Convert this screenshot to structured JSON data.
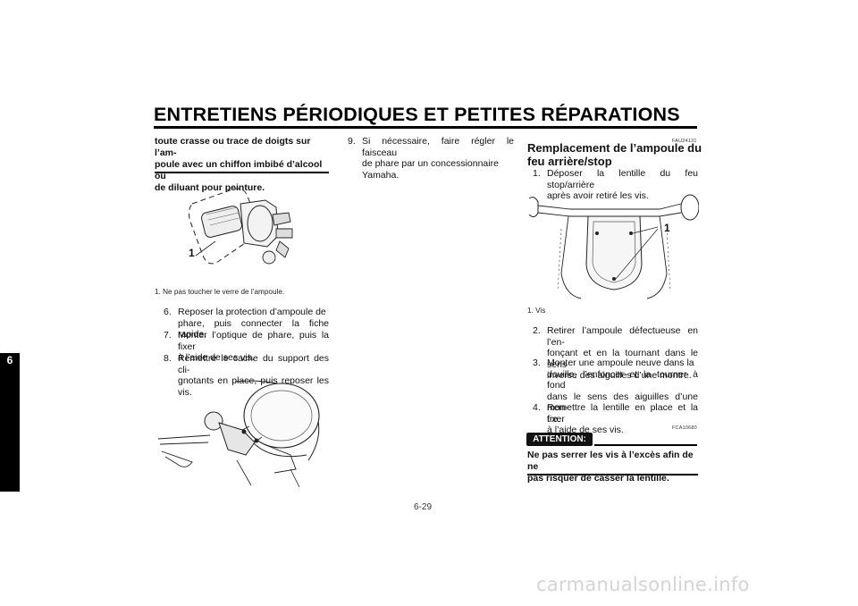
{
  "header": {
    "title": "ENTRETIENS PÉRIODIQUES ET PETITES RÉPARATIONS"
  },
  "chapter_tab": "6",
  "left_column": {
    "warning_text": [
      "toute crasse ou trace de doigts sur l’am-",
      "poule avec un chiffon imbibé d’alcool ou",
      "de diluant pour peinture."
    ],
    "figure1_label": "1",
    "figure1_caption": "1.  Ne pas toucher le verre de l’ampoule.",
    "steps": [
      {
        "num": "6.",
        "lines": [
          "Reposer la protection d’ampoule de",
          "phare, puis connecter la fiche rapide."
        ]
      },
      {
        "num": "7.",
        "lines": [
          "Monter l’optique de phare, puis la fixer",
          "à l’aide de ses vis."
        ]
      },
      {
        "num": "8.",
        "lines": [
          "Remettre le cache du support des cli-",
          "gnotants en place, puis reposer les vis."
        ]
      }
    ]
  },
  "middle_column": {
    "steps": [
      {
        "num": "9.",
        "lines": [
          "Si nécessaire, faire régler le faisceau",
          "de phare par un concessionnaire",
          "Yamaha."
        ]
      }
    ]
  },
  "right_column": {
    "section_code": "FAU24131",
    "section_title": [
      "Remplacement de l’ampoule du",
      "feu arrière/stop"
    ],
    "step1": {
      "num": "1.",
      "lines": [
        "Déposer la lentille du feu stop/arrière",
        "après avoir retiré les vis."
      ]
    },
    "figure2_label": "1",
    "figure2_caption": "1.  Vis",
    "steps": [
      {
        "num": "2.",
        "lines": [
          "Retirer l’ampoule défectueuse en l’en-",
          "fonçant et en la tournant dans le sens",
          "inverse des aiguilles d’une montre."
        ]
      },
      {
        "num": "3.",
        "lines": [
          "Monter une ampoule neuve dans la",
          "douille, l’enfoncer et la tourner à fond",
          "dans le sens des aiguilles d’une mon-",
          "tre."
        ]
      },
      {
        "num": "4.",
        "lines": [
          "Remettre la lentille en place et la fixer",
          "à l’aide de ses vis."
        ]
      }
    ],
    "attention_code": "FCA10680",
    "attention_label": "ATTENTION:",
    "attention_text": [
      "Ne pas serrer les vis à l’excès afin de ne",
      "pas risquer de casser la lentille."
    ]
  },
  "page_number": "6-29",
  "watermark": "carmanualsonline.info"
}
